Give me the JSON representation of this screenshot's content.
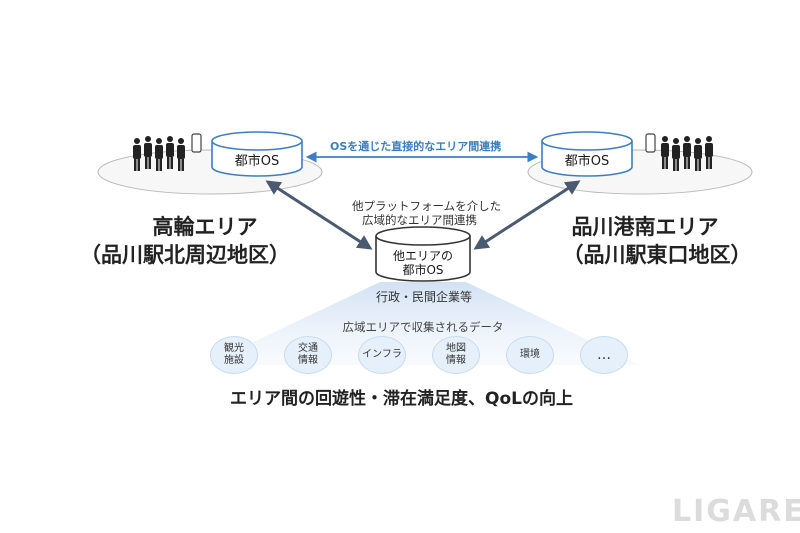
{
  "links": {
    "direct": "OSを通じた直接的なエリア間連携",
    "platform_line1": "他プラットフォームを介した",
    "platform_line2": "広域的なエリア間連携"
  },
  "left_area": {
    "os_label": "都市OS",
    "name_line1": "高輪エリア",
    "name_line2": "（品川駅北周辺地区）"
  },
  "right_area": {
    "os_label": "都市OS",
    "name_line1": "品川港南エリア",
    "name_line2": "（品川駅東口地区）"
  },
  "center_os": {
    "line1": "他エリアの",
    "line2": "都市OS",
    "caption": "行政・民間企業等"
  },
  "data_section": {
    "title": "広域エリアで収集されるデータ",
    "items": [
      {
        "line1": "観光",
        "line2": "施設"
      },
      {
        "line1": "交通",
        "line2": "情報"
      },
      {
        "line1": "インフラ",
        "line2": ""
      },
      {
        "line1": "地図",
        "line2": "情報"
      },
      {
        "line1": "環境",
        "line2": ""
      },
      {
        "line1": "…",
        "line2": ""
      }
    ]
  },
  "bottom_text": "エリア間の回遊性・滞在満足度、QoLの向上",
  "watermark": "LIGARE",
  "colors": {
    "accent_blue": "#3a7fc4",
    "arrow_dark": "#4a5a70",
    "circle_fill": "#e6f0fa",
    "fan_fill": "#dde9f6"
  }
}
